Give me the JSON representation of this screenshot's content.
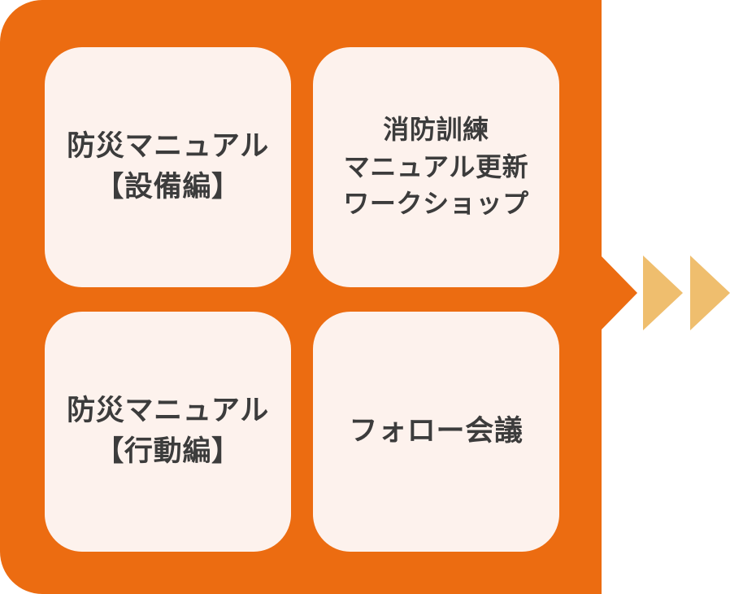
{
  "diagram": {
    "title": "",
    "colors": {
      "container": "#EC6C11",
      "card": "#FDF2ED",
      "text": "#3C3C3C",
      "chevron": "#EFBE6E"
    },
    "cards": [
      {
        "id": "bosai-manual-setsubi",
        "text": "防災マニュアル\n【設備編】"
      },
      {
        "id": "shobo-kunren-workshop",
        "text": "消防訓練\nマニュアル更新\nワークショップ"
      },
      {
        "id": "bosai-manual-kodo",
        "text": "防災マニュアル\n【行動編】"
      },
      {
        "id": "follow-kaigi",
        "text": "フォロー会議"
      }
    ],
    "arrow": {
      "name": "double-chevron-right",
      "count": 2
    }
  }
}
